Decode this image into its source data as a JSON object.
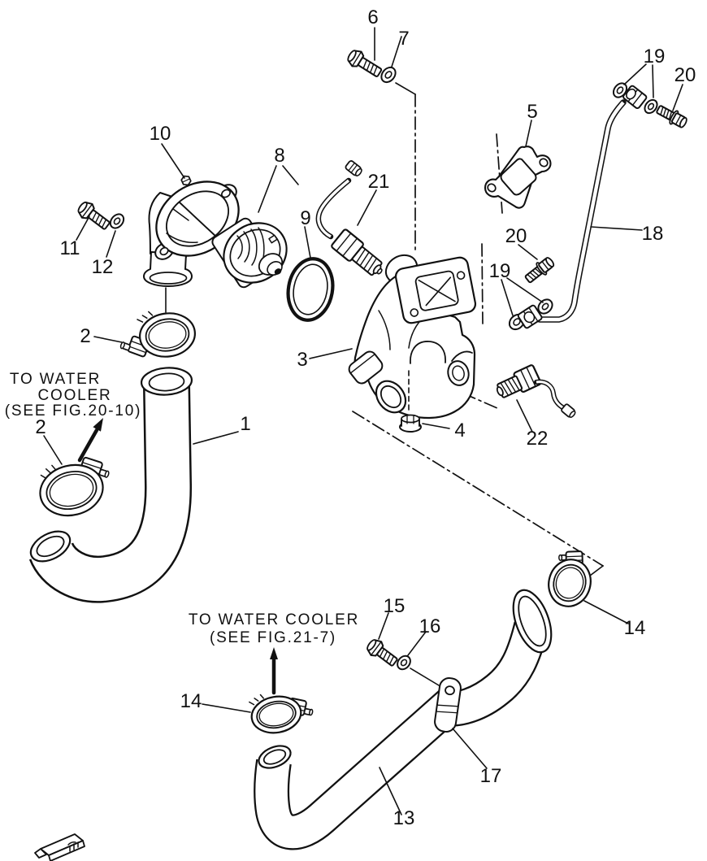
{
  "diagram": {
    "background": "#ffffff",
    "ink": "#111111",
    "style": "exploded-parts-line-drawing"
  },
  "notes": {
    "top": {
      "line1": "TO WATER",
      "line2": "COOLER",
      "line3": "(SEE FIG.20-10)"
    },
    "bottom": {
      "line1": "TO WATER COOLER",
      "line2": "(SEE FIG.21-7)"
    }
  },
  "callouts": [
    {
      "id": "callout-6",
      "label": "6"
    },
    {
      "id": "callout-7",
      "label": "7"
    },
    {
      "id": "callout-19-top",
      "label": "19"
    },
    {
      "id": "callout-20-top",
      "label": "20"
    },
    {
      "id": "callout-5",
      "label": "5"
    },
    {
      "id": "callout-10",
      "label": "10"
    },
    {
      "id": "callout-8",
      "label": "8"
    },
    {
      "id": "callout-21",
      "label": "21"
    },
    {
      "id": "callout-9",
      "label": "9"
    },
    {
      "id": "callout-11",
      "label": "11"
    },
    {
      "id": "callout-12",
      "label": "12"
    },
    {
      "id": "callout-20-mid",
      "label": "20"
    },
    {
      "id": "callout-18",
      "label": "18"
    },
    {
      "id": "callout-19-mid",
      "label": "19"
    },
    {
      "id": "callout-2-upper",
      "label": "2"
    },
    {
      "id": "callout-3",
      "label": "3"
    },
    {
      "id": "callout-1",
      "label": "1"
    },
    {
      "id": "callout-2-lower",
      "label": "2"
    },
    {
      "id": "callout-4",
      "label": "4"
    },
    {
      "id": "callout-22",
      "label": "22"
    },
    {
      "id": "callout-14-right",
      "label": "14"
    },
    {
      "id": "callout-15",
      "label": "15"
    },
    {
      "id": "callout-16",
      "label": "16"
    },
    {
      "id": "callout-14-left",
      "label": "14"
    },
    {
      "id": "callout-17",
      "label": "17"
    },
    {
      "id": "callout-13",
      "label": "13"
    }
  ]
}
